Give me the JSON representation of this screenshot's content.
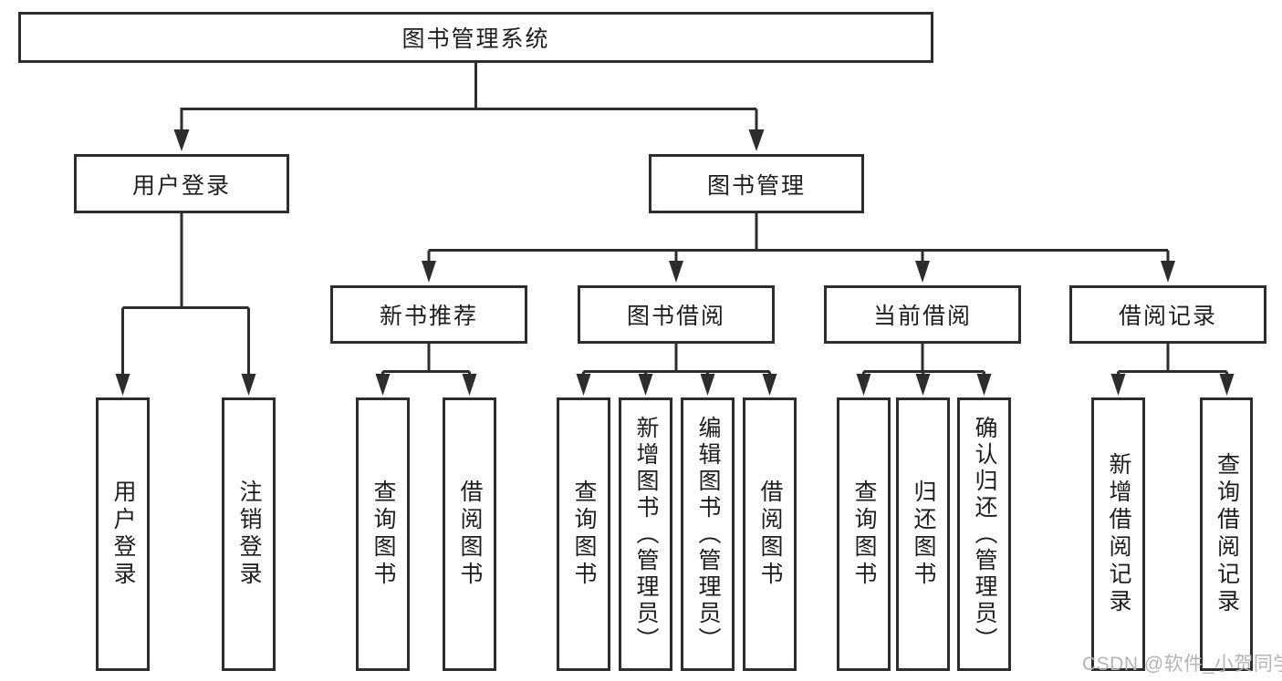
{
  "diagram": {
    "root": {
      "label": "图书管理系统"
    },
    "branches": [
      {
        "label": "用户登录",
        "children": [
          {
            "label": "用户登录"
          },
          {
            "label": "注销登录"
          }
        ]
      },
      {
        "label": "图书管理",
        "children": [
          {
            "label": "新书推荐",
            "children": [
              {
                "label": "查询图书"
              },
              {
                "label": "借阅图书"
              }
            ]
          },
          {
            "label": "图书借阅",
            "children": [
              {
                "label": "查询图书"
              },
              {
                "label": "新增图书（管理员）"
              },
              {
                "label": "编辑图书（管理员）"
              },
              {
                "label": "借阅图书"
              }
            ]
          },
          {
            "label": "当前借阅",
            "children": [
              {
                "label": "查询图书"
              },
              {
                "label": "归还图书"
              },
              {
                "label": "确认归还（管理员）"
              }
            ]
          },
          {
            "label": "借阅记录",
            "children": [
              {
                "label": "新增借阅记录"
              },
              {
                "label": "查询借阅记录"
              }
            ]
          }
        ]
      }
    ]
  },
  "watermark": {
    "text": "CSDN @软件_小贺同学"
  },
  "colors": {
    "line": "#2d2d2d",
    "text": "#1e1e1e",
    "watermark_gray": "#b4b4b4",
    "background": "#ffffff"
  }
}
